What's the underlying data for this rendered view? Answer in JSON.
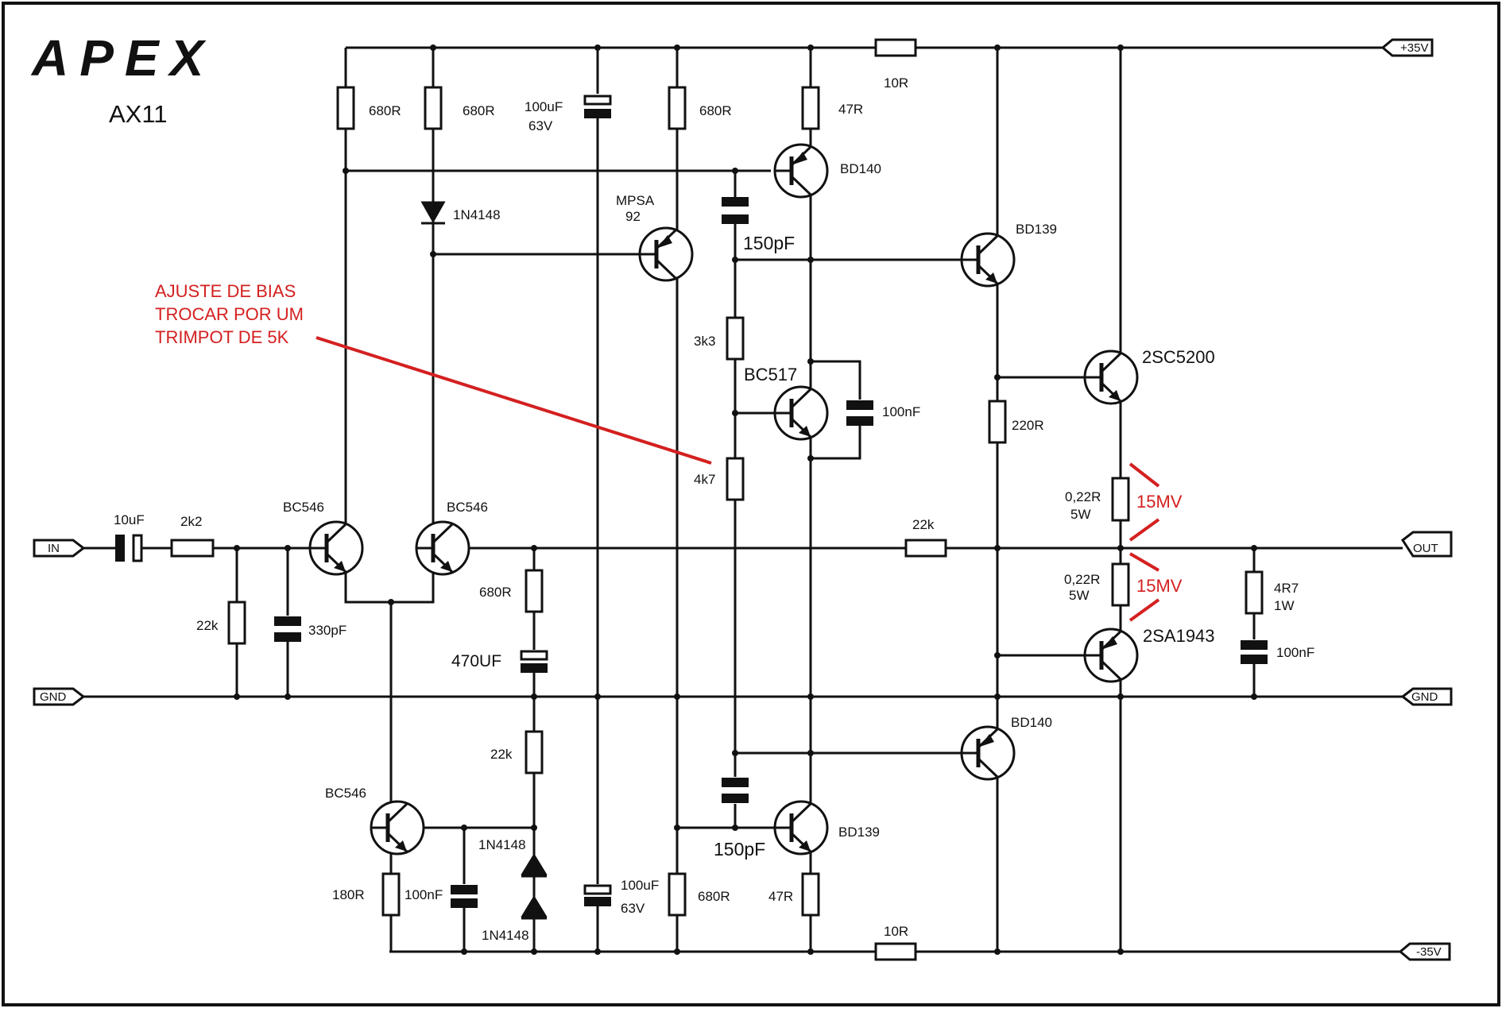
{
  "title": {
    "logo": "APEX",
    "model": "AX11"
  },
  "rails": {
    "pos": "+35V",
    "neg": "-35V",
    "gnd": "GND",
    "in": "IN",
    "out": "OUT"
  },
  "parts": {
    "r680_a": "680R",
    "r680_b": "680R",
    "c100u_top": "100uF",
    "c100u_top_v": "63V",
    "r680_c": "680R",
    "r47_top": "47R",
    "r10_top": "10R",
    "bd140_top": "BD140",
    "d1": "1N4148",
    "mpsa_1": "MPSA",
    "mpsa_2": "92",
    "c150_top": "150pF",
    "bd139_top": "BD139",
    "r3k3": "3k3",
    "bc517": "BC517",
    "c100n_bias": "100nF",
    "r4k7": "4k7",
    "q_top_out": "2SC5200",
    "r220": "220R",
    "c10u": "10uF",
    "r2k2": "2k2",
    "bc546_l": "BC546",
    "bc546_r": "BC546",
    "r22k_fb": "22k",
    "r022_a": "0,22R",
    "w5_a": "5W",
    "r022_b": "0,22R",
    "w5_b": "5W",
    "r22k_in": "22k",
    "c330p": "330pF",
    "r680_fb": "680R",
    "c470u": "470UF",
    "r4r7": "4R7",
    "w1": "1W",
    "c100n_zob": "100nF",
    "q_bot_out": "2SA1943",
    "bd140_bot": "BD140",
    "r22k_cs": "22k",
    "bc546_cs": "BC546",
    "d2": "1N4148",
    "d3": "1N4148",
    "r180": "180R",
    "c100n_cs": "100nF",
    "c100u_bot": "100uF",
    "c100u_bot_v": "63V",
    "r680_bot": "680R",
    "r47_bot": "47R",
    "c150_bot": "150pF",
    "bd139_bot": "BD139",
    "r10_bot": "10R"
  },
  "annotations": {
    "bias_note_1": "AJUSTE DE BIAS",
    "bias_note_2": "TROCAR POR UM",
    "bias_note_3": "TRIMPOT DE 5K",
    "mv_top": "15MV",
    "mv_bot": "15MV"
  },
  "colors": {
    "ink": "#111111",
    "annotation": "#d42020",
    "background": "#ffffff"
  }
}
